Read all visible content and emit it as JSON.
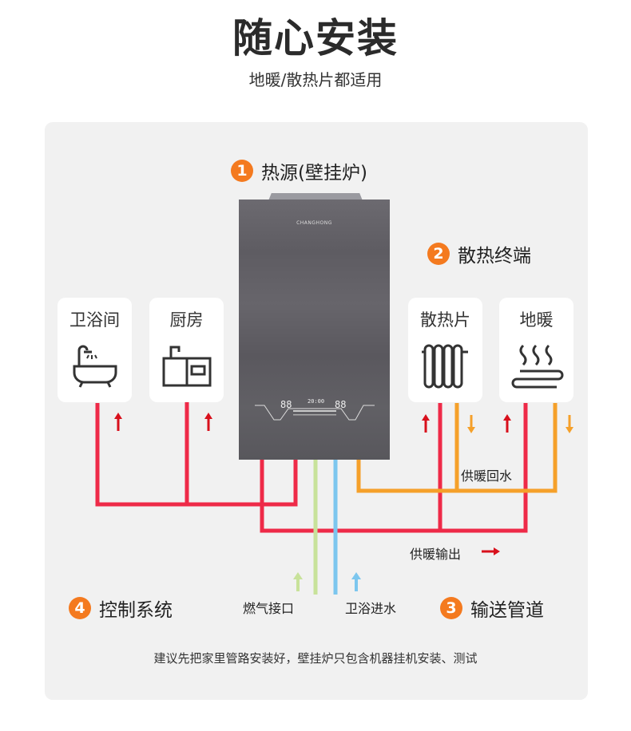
{
  "header": {
    "title": "随心安装",
    "subtitle": "地暖/散热片都适用"
  },
  "steps": [
    {
      "num": "1",
      "label": "热源(壁挂炉)"
    },
    {
      "num": "2",
      "label": "散热终端"
    },
    {
      "num": "3",
      "label": "输送管道"
    },
    {
      "num": "4",
      "label": "控制系统"
    }
  ],
  "cards": [
    {
      "label": "卫浴间",
      "icon": "bathtub-icon"
    },
    {
      "label": "厨房",
      "icon": "kitchen-sink-icon"
    },
    {
      "label": "散热片",
      "icon": "radiator-icon"
    },
    {
      "label": "地暖",
      "icon": "floor-heating-icon"
    }
  ],
  "boiler": {
    "brand": "CHANGHONG",
    "display_left": "88",
    "display_time": "20:00",
    "display_right": "88"
  },
  "pipes": {
    "return_label": "供暖回水",
    "output_label": "供暖输出",
    "gas_label": "燃气接口",
    "water_label": "卫浴进水"
  },
  "colors": {
    "hot": "#ee2a48",
    "return": "#f5a02a",
    "gas": "#c8e29a",
    "water": "#7cc6ee",
    "accent": "#f47a1f",
    "arrow_red": "#d8101c"
  },
  "note": "建议先把家里管路安装好，壁挂炉只包含机器挂机安装、测试"
}
